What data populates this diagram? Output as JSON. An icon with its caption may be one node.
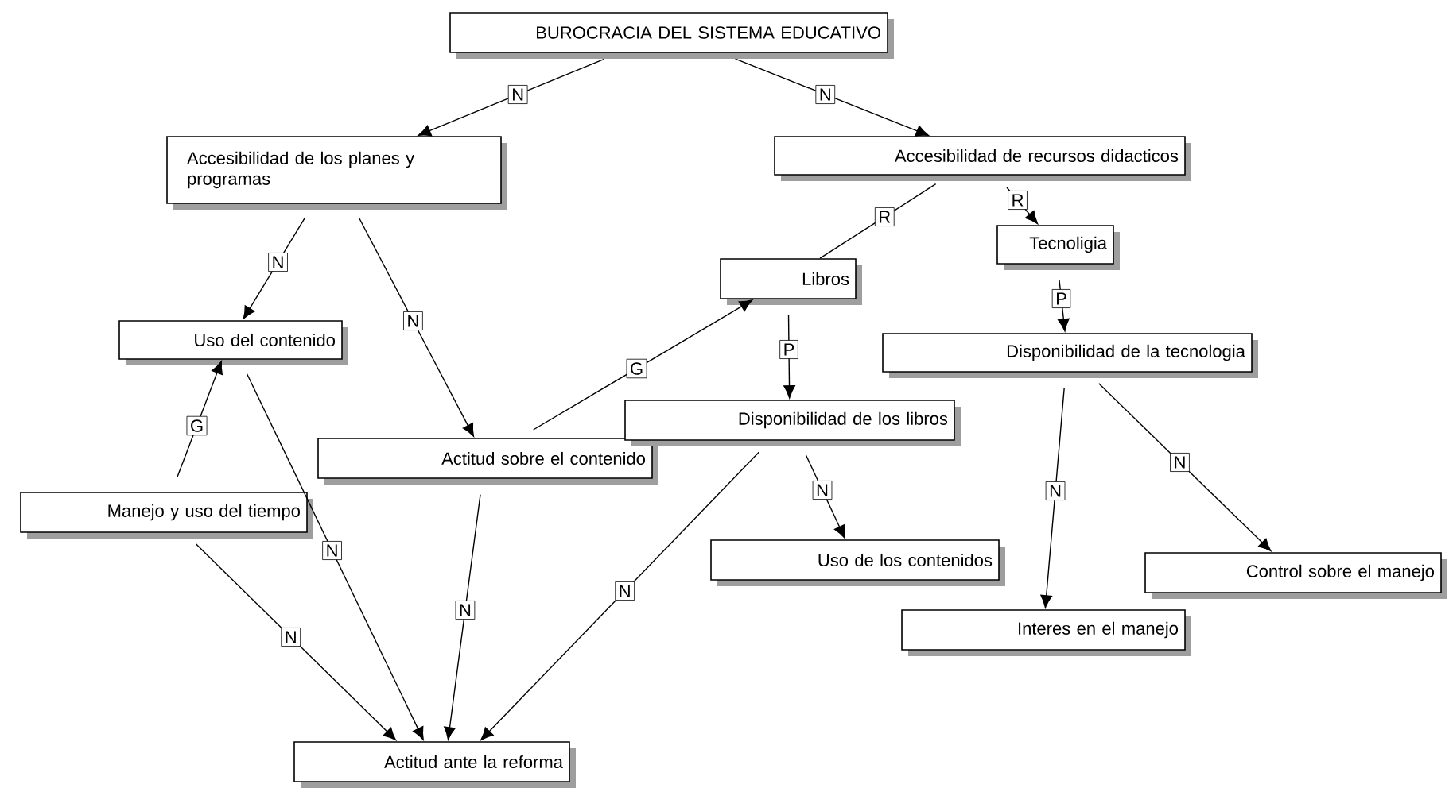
{
  "diagram": {
    "nodes": [
      {
        "text": [
          "BUROCRACIA DEL SISTEMA EDUCATIVO"
        ]
      },
      {
        "text": [
          "Accesibilidad de los planes y programas"
        ]
      },
      {
        "text": [
          "Accesibilidad de recursos didacticos"
        ]
      },
      {
        "text": [
          "Libros"
        ]
      },
      {
        "text": [
          "Tecnoligia"
        ]
      },
      {
        "text": [
          "Disponibilidad de la tecnologia"
        ]
      },
      {
        "text": [
          "Uso del contenido"
        ]
      },
      {
        "text": [
          "Actitud sobre el contenido"
        ]
      },
      {
        "text": [
          "Disponibilidad de los libros"
        ]
      },
      {
        "text": [
          "Manejo y uso del tiempo"
        ]
      },
      {
        "text": [
          "Uso de los contenidos"
        ]
      },
      {
        "text": [
          "Interes en el manejo"
        ]
      },
      {
        "text": [
          "Control sobre el manejo"
        ]
      },
      {
        "text": [
          "Actitud ante la reforma"
        ]
      }
    ],
    "edges": [
      {
        "from": 0,
        "to": 1,
        "arrow": "to",
        "label": "N"
      },
      {
        "from": 0,
        "to": 2,
        "arrow": "to",
        "label": "N"
      },
      {
        "from": 1,
        "to": 6,
        "arrow": "to",
        "label": "N"
      },
      {
        "from": 1,
        "to": 7,
        "arrow": "to",
        "label": "N"
      },
      {
        "from": 2,
        "to": 3,
        "arrow": "none",
        "label": "R"
      },
      {
        "from": 2,
        "to": 4,
        "arrow": "to",
        "label": "R"
      },
      {
        "from": 4,
        "to": 5,
        "arrow": "to",
        "label": "P"
      },
      {
        "from": 3,
        "to": 8,
        "arrow": "to",
        "label": "P"
      },
      {
        "from": 7,
        "to": 3,
        "arrow": "to",
        "label": "G"
      },
      {
        "from": 9,
        "to": 6,
        "arrow": "to",
        "label": "G"
      },
      {
        "from": 6,
        "to": 13,
        "arrow": "to",
        "label": "N"
      },
      {
        "from": 9,
        "to": 13,
        "arrow": "to",
        "label": "N"
      },
      {
        "from": 7,
        "to": 13,
        "arrow": "to",
        "label": "N"
      },
      {
        "from": 8,
        "to": 13,
        "arrow": "to",
        "label": "N"
      },
      {
        "from": 8,
        "to": 10,
        "arrow": "to",
        "label": "N"
      },
      {
        "from": 5,
        "to": 11,
        "arrow": "to",
        "label": "N"
      },
      {
        "from": 5,
        "to": 12,
        "arrow": "to",
        "label": "N"
      }
    ]
  }
}
